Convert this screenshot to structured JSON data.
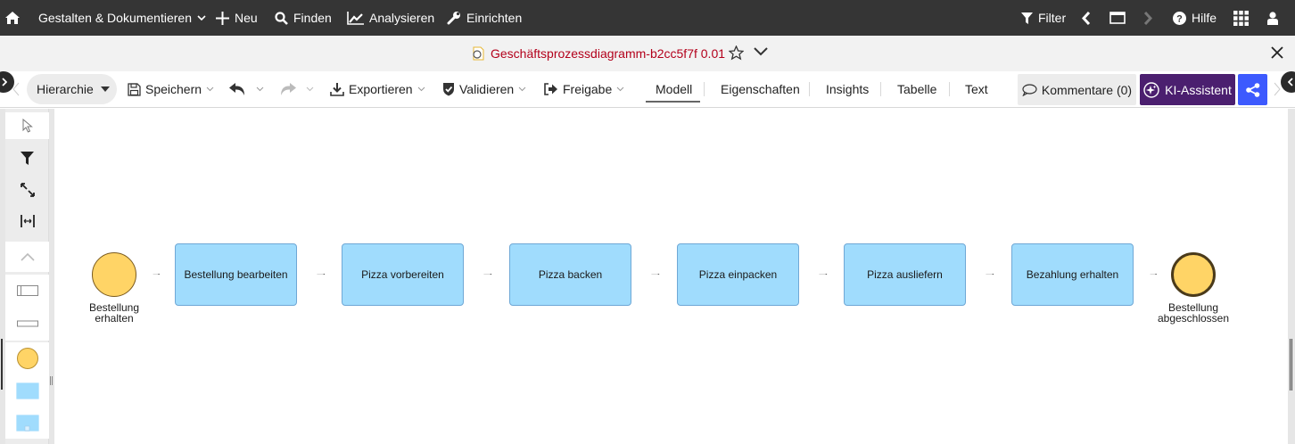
{
  "topbar": {
    "home": "home-icon",
    "menu": [
      {
        "label": "Gestalten & Dokumentieren",
        "has_dropdown": true
      },
      {
        "label": "Neu",
        "icon": "plus-icon"
      },
      {
        "label": "Finden",
        "icon": "search-icon"
      },
      {
        "label": "Analysieren",
        "icon": "chart-line-icon"
      },
      {
        "label": "Einrichten",
        "icon": "wrench-icon"
      }
    ],
    "right": {
      "filter_label": "Filter",
      "help_label": "Hilfe"
    }
  },
  "titlebar": {
    "document_title": "Geschäftsprozessdiagramm-b2cc5f7f 0.01",
    "title_color": "#b3001b"
  },
  "toolbar": {
    "hierarchy_label": "Hierarchie",
    "save_label": "Speichern",
    "export_label": "Exportieren",
    "validate_label": "Validieren",
    "release_label": "Freigabe",
    "tabs": [
      {
        "label": "Modell",
        "active": true
      },
      {
        "label": "Eigenschaften",
        "active": false
      },
      {
        "label": "Insights",
        "active": false
      },
      {
        "label": "Tabelle",
        "active": false
      },
      {
        "label": "Text",
        "active": false
      }
    ],
    "comments_label": "Kommentare (0)",
    "ai_label": "KI-Assistent",
    "ai_color": "#4b1f6f",
    "share_color": "#3d5afe"
  },
  "palette": {
    "tools": [
      "pointer-icon",
      "filter-icon",
      "resize-icon",
      "fit-width-icon",
      "collapse-icon"
    ],
    "shapes": [
      "pool-shape",
      "lane-shape",
      "event-shape",
      "task-shape",
      "subprocess-shape"
    ]
  },
  "diagram": {
    "start_event": {
      "label_line1": "Bestellung",
      "label_line2": "erhalten"
    },
    "tasks": [
      {
        "label": "Bestellung bearbeiten"
      },
      {
        "label": "Pizza vorbereiten"
      },
      {
        "label": "Pizza backen"
      },
      {
        "label": "Pizza einpacken"
      },
      {
        "label": "Pizza ausliefern"
      },
      {
        "label": "Bezahlung erhalten"
      }
    ],
    "end_event": {
      "label_line1": "Bestellung",
      "label_line2": "abgeschlossen"
    },
    "task_fill": "#a0dcfd",
    "event_fill": "#ffd466"
  }
}
